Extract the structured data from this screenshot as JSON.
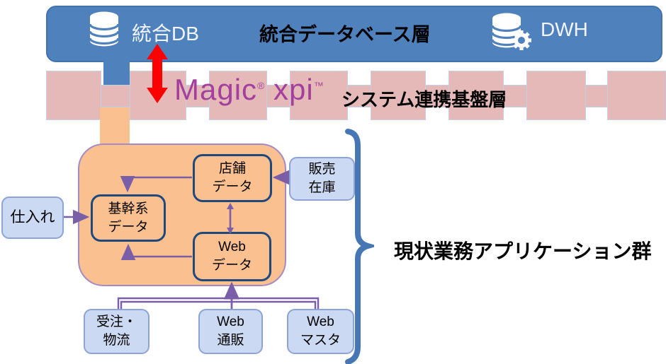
{
  "db_layer": {
    "db_label": "統合DB",
    "title": "統合データベース層",
    "dwh_label": "DWH"
  },
  "integration_layer": {
    "logo_magic": "Magic",
    "logo_reg": "®",
    "logo_xpi": "xpi",
    "logo_tm": "™",
    "title": "システム連携基盤層"
  },
  "app_layer": {
    "brace_label": "現状業務アプリケーション群",
    "boxes": {
      "tenpo": {
        "label": "店舗\nデータ"
      },
      "kikan": {
        "label": "基幹系\nデータ"
      },
      "web_data": {
        "label": "Web\nデータ"
      },
      "shiire": {
        "label": "仕入れ"
      },
      "hanbai_zaiko": {
        "label": "販売\n在庫"
      },
      "juchu_butsuryu": {
        "label": "受注・\n物流"
      },
      "web_tsuhan": {
        "label": "Web\n通販"
      },
      "web_master": {
        "label": "Web\nマスタ"
      }
    }
  },
  "colors": {
    "db_layer_blue": "#4F81BD",
    "integration_pink": "#E5B9B7",
    "app_container_orange": "#FAC090",
    "external_box_blue": "#CBD9F2",
    "data_box_border_navy": "#1F497D",
    "connector_purple": "#7A5EA8",
    "sync_arrow_red": "#FF0000",
    "brace_blue": "#4677B4",
    "magic_logo_magenta": "#A33F9C"
  }
}
